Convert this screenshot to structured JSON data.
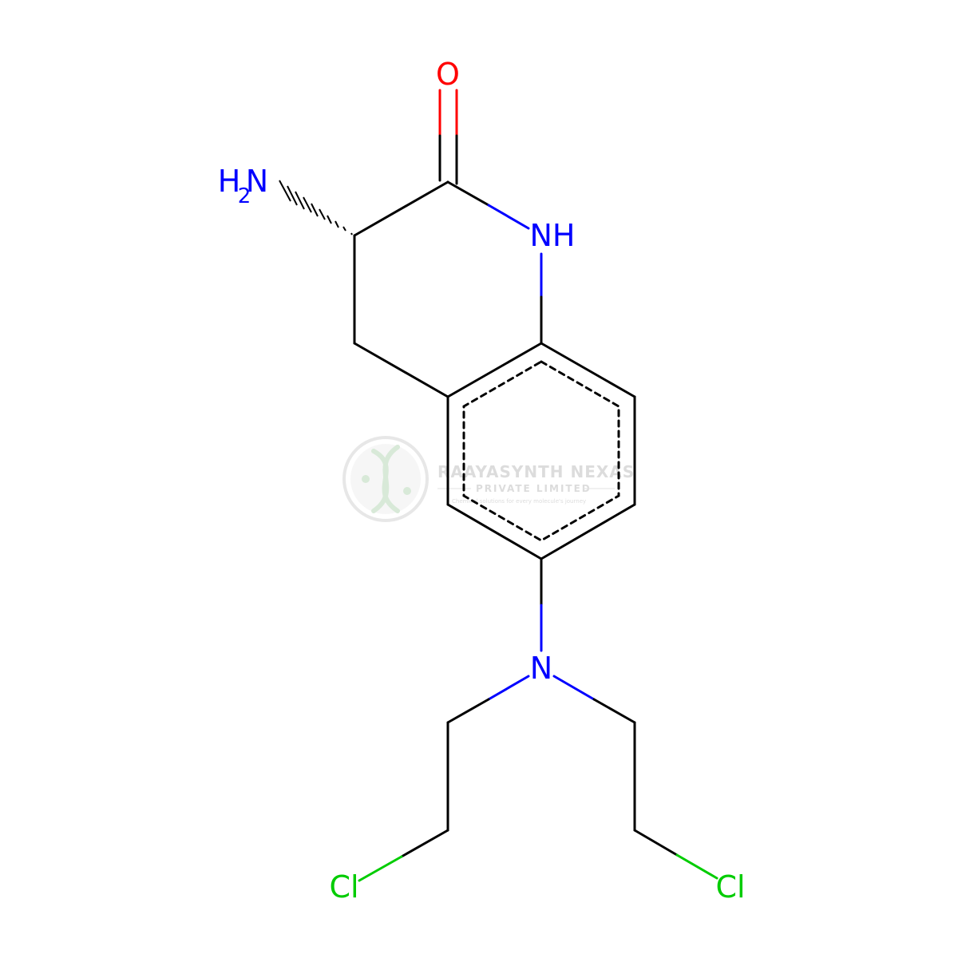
{
  "colors": {
    "bond": "#000000",
    "nitrogen": "#0000ff",
    "oxygen": "#ff0000",
    "chlorine": "#00cc00",
    "watermark": "#c8c8c8",
    "watermark_logo": "#cfe3cf"
  },
  "atoms": {
    "oxygen": "O",
    "amine_n": "N",
    "amine_h": "H",
    "amine_sub": "2",
    "ring_nh": "NH",
    "tertiary_n": "N",
    "chlorine_left": "Cl",
    "chlorine_right": "Cl"
  },
  "watermark": {
    "logo_icon": "dna-helix-icon",
    "title": "RAAYASYNTH NEXAS",
    "subtitle": "PRIVATE LIMITED",
    "tagline": "Chemical solutions for every molecule's journey"
  }
}
